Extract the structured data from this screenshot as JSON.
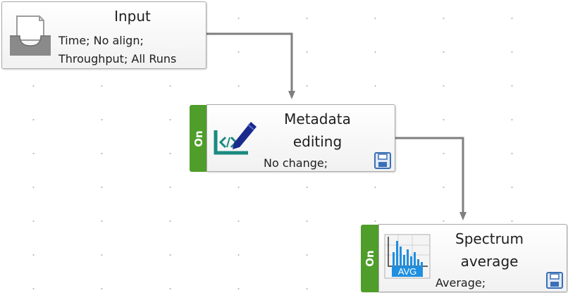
{
  "workflow": {
    "nodes": [
      {
        "title": "Input",
        "lines": [
          "Time; No align;",
          "Throughput; All Runs"
        ],
        "icon": "inbox-tray-icon"
      },
      {
        "title_lines": [
          "Metadata",
          "editing"
        ],
        "status": "On",
        "lines": [
          "No change;"
        ],
        "icon": "metadata-edit-pencil-icon",
        "save_icon": "floppy-disk-icon"
      },
      {
        "title_lines": [
          "Spectrum",
          "average"
        ],
        "status": "On",
        "lines": [
          "Average;"
        ],
        "icon": "spectrum-avg-chart-icon",
        "icon_text": "AVG",
        "save_icon": "floppy-disk-icon"
      }
    ]
  },
  "colors": {
    "status_on": "#4f9d2a",
    "connector": "#7f7f7f",
    "metadata_icon_teal": "#1a8a80",
    "metadata_icon_pencil": "#1a2a8c",
    "spectrum_bars": "#1f8fe0",
    "save_icon": "#3a6fb5",
    "node_border": "#a9a9a9"
  }
}
